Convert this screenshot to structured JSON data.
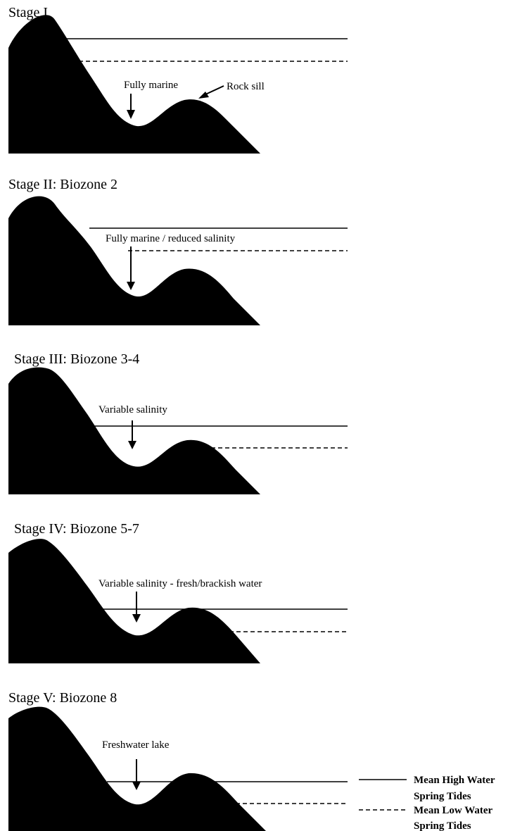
{
  "stages": [
    {
      "title": "Stage I",
      "label": "Fully marine",
      "extra_label": "Rock sill"
    },
    {
      "title": "Stage II:  Biozone 2",
      "label": "Fully marine / reduced salinity"
    },
    {
      "title": "Stage III:  Biozone 3-4",
      "label": "Variable salinity"
    },
    {
      "title": "Stage IV:  Biozone 5-7",
      "label": "Variable salinity - fresh/brackish water"
    },
    {
      "title": "Stage V:  Biozone 8",
      "label": "Freshwater lake"
    }
  ],
  "legend": {
    "high_water_line1": "Mean High Water",
    "high_water_line2": "Spring Tides",
    "low_water_line1": "Mean Low Water",
    "low_water_line2": "Spring Tides"
  }
}
